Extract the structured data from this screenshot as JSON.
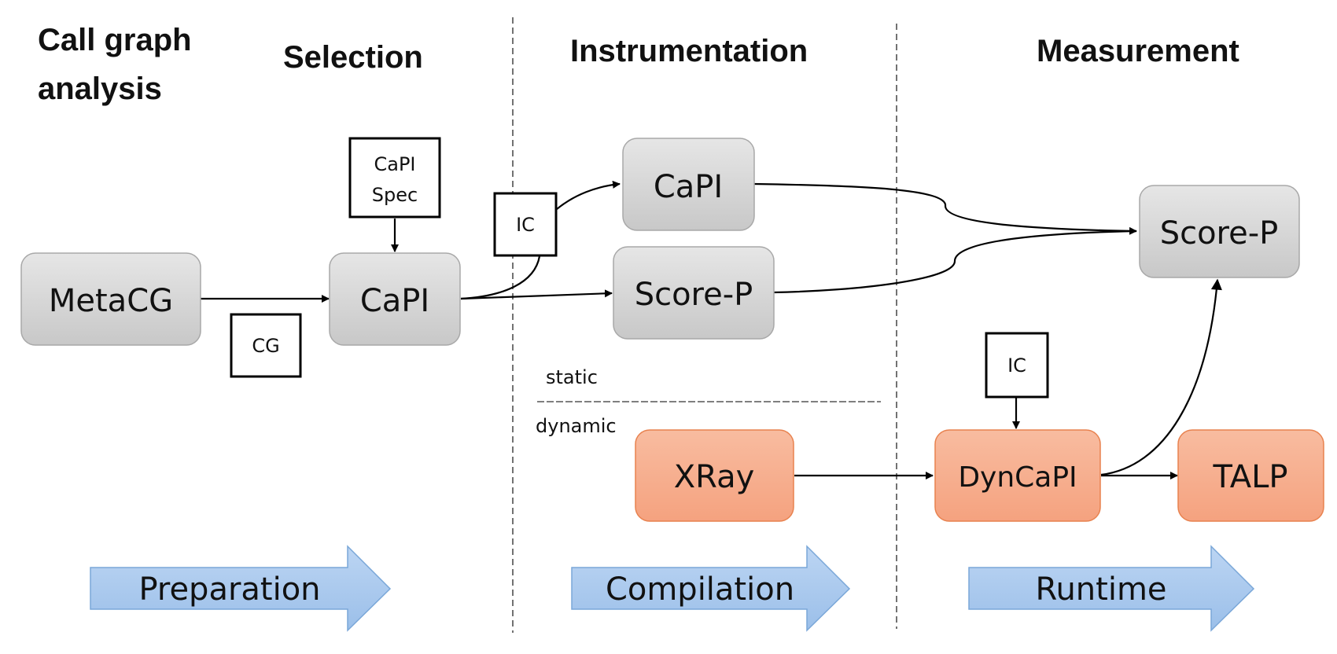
{
  "headers": {
    "callgraph_line1": "Call graph",
    "callgraph_line2": "analysis",
    "selection": "Selection",
    "instrumentation": "Instrumentation",
    "measurement": "Measurement"
  },
  "nodes": {
    "metacg": "MetaCG",
    "capi_select": "CaPI",
    "capi_instr": "CaPI",
    "scorep_instr": "Score-P",
    "scorep_measure": "Score-P",
    "xray": "XRay",
    "dyncapi": "DynCaPI",
    "talp": "TALP"
  },
  "artifacts": {
    "capi_spec_line1": "CaPI",
    "capi_spec_line2": "Spec",
    "cg": "CG",
    "ic_static": "IC",
    "ic_dynamic": "IC"
  },
  "modes": {
    "static": "static",
    "dynamic": "dynamic"
  },
  "phases": {
    "preparation": "Preparation",
    "compilation": "Compilation",
    "runtime": "Runtime"
  },
  "colors": {
    "gray_node": "#d6d6d6",
    "orange_node": "#f6ab8a",
    "phase_arrow": "#a9c8ee"
  }
}
